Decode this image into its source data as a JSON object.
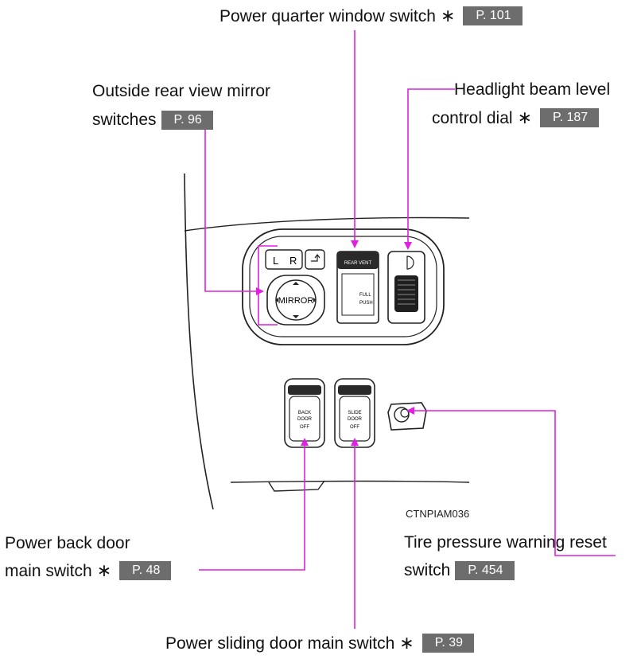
{
  "labels": {
    "power_quarter": {
      "text": "Power quarter window switch",
      "star": "∗",
      "page": "P. 101"
    },
    "mirror": {
      "line1": "Outside rear view mirror",
      "line2": "switches",
      "page": "P. 96"
    },
    "headlight": {
      "line1": "Headlight beam level",
      "line2": "control dial",
      "star": "∗",
      "page": "P. 187"
    },
    "back_door": {
      "line1": "Power back door",
      "line2": "main switch",
      "star": "∗",
      "page": "P. 48"
    },
    "tire": {
      "line1": "Tire pressure warning reset",
      "line2": "switch",
      "page": "P. 454"
    },
    "sliding": {
      "text": "Power sliding door main switch",
      "star": "∗",
      "page": "P. 39"
    }
  },
  "figure_code": "CTNPIAM036",
  "switch_text": {
    "mirror_left": "L",
    "mirror_right": "R",
    "mirror_knob": "MIRROR",
    "rear_vent": "REAR VENT",
    "full": "FULL",
    "push": "PUSH",
    "back_door": [
      "BACK",
      "DOOR",
      "OFF"
    ],
    "slide_door": [
      "SLIDE",
      "DOOR",
      "OFF"
    ]
  },
  "colors": {
    "leader": "#e020e0",
    "page_tag": "#6d6d6d",
    "line": "#222222"
  }
}
